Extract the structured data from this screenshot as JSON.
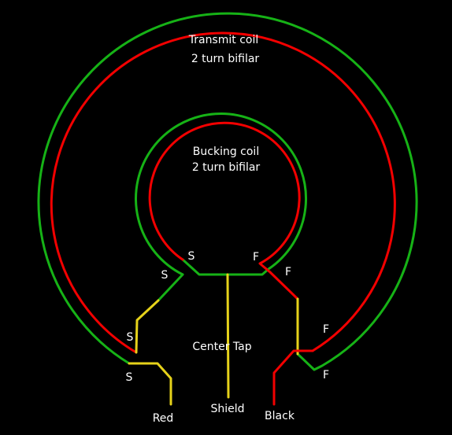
{
  "colors": {
    "background": "#000000",
    "green_wire": "#16b216",
    "red_wire": "#f20000",
    "yellow_wire": "#e6d21a",
    "label_text": "#ffffff",
    "red_lead_label": "#f0a0f0"
  },
  "labels": {
    "transmit_title": "Transmit coil",
    "transmit_subtitle": "2 turn bifilar",
    "bucking_title": "Bucking coil",
    "bucking_subtitle": "2 turn bifilar",
    "center_tap": "Center Tap",
    "lead_red": "Red",
    "lead_shield": "Shield",
    "lead_black": "Black",
    "start": "S",
    "finish": "F"
  }
}
